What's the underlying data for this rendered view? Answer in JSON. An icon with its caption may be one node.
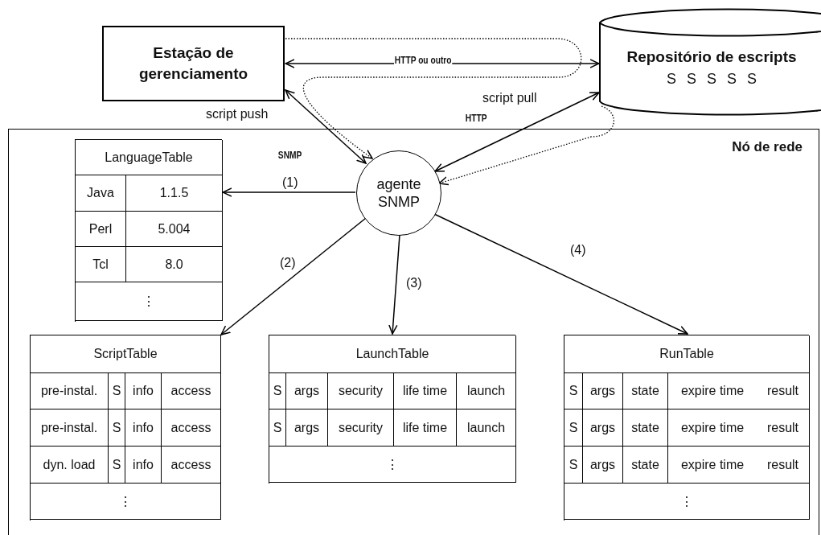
{
  "diagram": {
    "nodes": [
      {
        "text": [
          "Estação de gerenciamento"
        ]
      },
      {
        "text": [
          "Repositório de escripts",
          "S S S S S"
        ]
      },
      {
        "text": [
          "Nó de rede"
        ]
      },
      {
        "text": [
          "agente SNMP"
        ],
        "in": 2
      },
      {
        "text": [
          "LanguageTable",
          "Java",
          "1.1.5",
          "Perl",
          "5.004",
          "Tcl",
          "8.0",
          "⋮"
        ],
        "in": 2
      },
      {
        "text": [
          "ScriptTable",
          "pre-instal.",
          "S",
          "info",
          "access",
          "pre-instal.",
          "S",
          "info",
          "access",
          "dyn. load",
          "S",
          "info",
          "access",
          "⋮"
        ],
        "in": 2
      },
      {
        "text": [
          "LaunchTable",
          "S",
          "args",
          "security",
          "life time",
          "launch",
          "S",
          "args",
          "security",
          "life time",
          "launch",
          "⋮"
        ],
        "in": 2
      },
      {
        "text": [
          "RunTable",
          "S",
          "args",
          "state",
          "expire time",
          "result",
          "S",
          "args",
          "state",
          "expire time",
          "result",
          "S",
          "args",
          "state",
          "expire time",
          "result",
          "⋮"
        ],
        "in": 2
      }
    ],
    "edges": [
      {
        "from": 1,
        "to": 0,
        "arrow": "both",
        "label": "HTTP ou outro"
      },
      {
        "from": 0,
        "to": 3,
        "arrow": "both",
        "label": "SNMP"
      },
      {
        "from": 3,
        "to": 1,
        "arrow": "both",
        "label": "HTTP"
      },
      {
        "from": 0,
        "to": 3,
        "arrow": "to",
        "style": "dashed"
      },
      {
        "from": 1,
        "to": 3,
        "arrow": "to",
        "style": "dashed"
      },
      {
        "from": 3,
        "to": 4,
        "arrow": "to",
        "label": "(1)"
      },
      {
        "from": 3,
        "to": 5,
        "arrow": "to",
        "label": "(2)"
      },
      {
        "from": 3,
        "to": 6,
        "arrow": "to",
        "label": "(3)"
      },
      {
        "from": 3,
        "to": 7,
        "arrow": "to",
        "label": "(4)"
      }
    ],
    "labels": [
      "script push",
      "script pull"
    ]
  }
}
